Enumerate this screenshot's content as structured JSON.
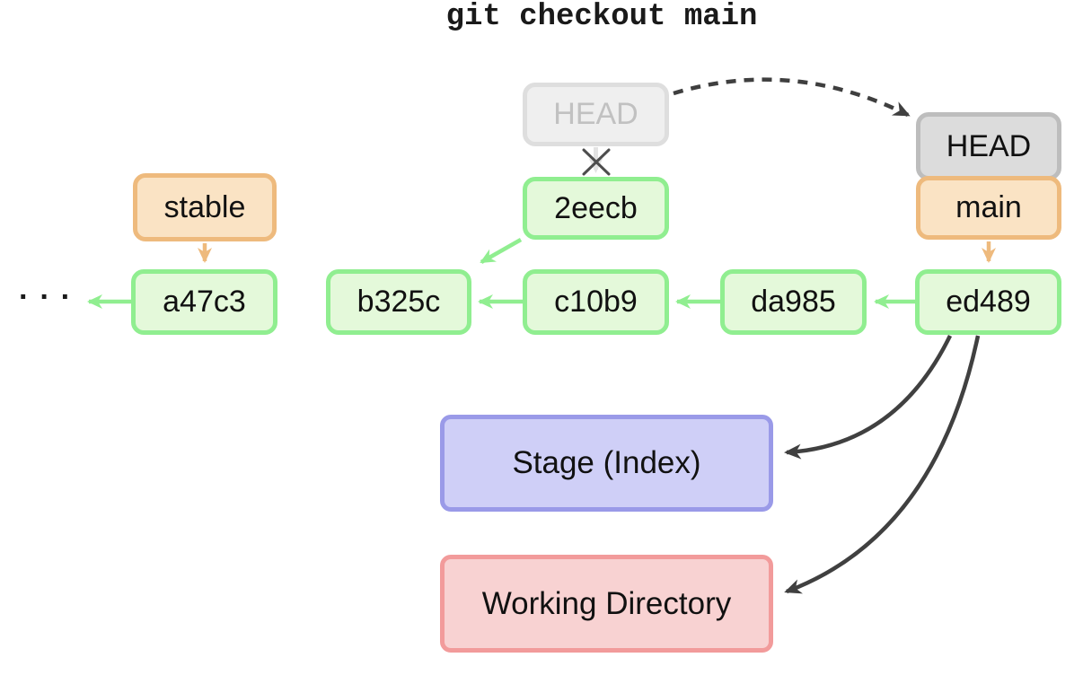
{
  "title": "git checkout main",
  "ellipsis": "···",
  "head": {
    "ghost_label": "HEAD",
    "label": "HEAD"
  },
  "branches": {
    "stable": {
      "label": "stable"
    },
    "main": {
      "label": "main"
    }
  },
  "commits": [
    {
      "id": "2eecb"
    },
    {
      "id": "a47c3"
    },
    {
      "id": "b325c"
    },
    {
      "id": "c10b9"
    },
    {
      "id": "da985"
    },
    {
      "id": "ed489"
    }
  ],
  "areas": {
    "stage": {
      "label": "Stage (Index)"
    },
    "working_directory": {
      "label": "Working Directory"
    }
  },
  "edges": [
    {
      "from": "a47c3",
      "to": "earlier-history",
      "type": "parent",
      "color": "green"
    },
    {
      "from": "b325c",
      "to": "a47c3",
      "type": "parent",
      "color": "green"
    },
    {
      "from": "c10b9",
      "to": "b325c",
      "type": "parent",
      "color": "green"
    },
    {
      "from": "da985",
      "to": "c10b9",
      "type": "parent",
      "color": "green"
    },
    {
      "from": "ed489",
      "to": "da985",
      "type": "parent",
      "color": "green"
    },
    {
      "from": "2eecb",
      "to": "b325c",
      "type": "parent",
      "color": "green"
    },
    {
      "from": "stable",
      "to": "a47c3",
      "type": "branch-pointer",
      "color": "orange"
    },
    {
      "from": "main",
      "to": "ed489",
      "type": "branch-pointer",
      "color": "orange"
    },
    {
      "from": "HEAD-old",
      "to": "2eecb",
      "type": "detached-crossed-out",
      "color": "ghost-gray"
    },
    {
      "from": "HEAD-old",
      "to": "HEAD-new",
      "type": "head-move-dashed",
      "color": "dark"
    },
    {
      "from": "ed489",
      "to": "Stage (Index)",
      "type": "checkout-update",
      "color": "dark"
    },
    {
      "from": "ed489",
      "to": "Working Directory",
      "type": "checkout-update",
      "color": "dark"
    }
  ],
  "colors": {
    "commit_border": "#90ee90",
    "commit_fill": "#e4f9da",
    "branch_border": "#eeba7d",
    "branch_fill": "#fae3c4",
    "head_border": "#bdbdbd",
    "head_fill": "#dcdcdc",
    "ghost_border": "#dedede",
    "ghost_fill": "#efefef",
    "ghost_text": "#c1c1c1",
    "stage_border": "#9a9ae8",
    "stage_fill": "#cfcff7",
    "working_dir_border": "#f29b9b",
    "working_dir_fill": "#f8d2d2",
    "arrow_dark": "#404040",
    "text": "#111111"
  }
}
